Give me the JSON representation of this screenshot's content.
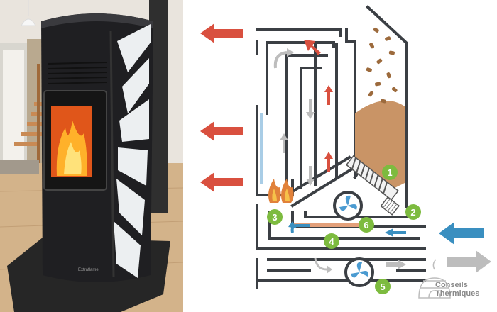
{
  "photo": {
    "stove_brand": "Extraflame"
  },
  "diagram": {
    "callouts": [
      {
        "number": "1"
      },
      {
        "number": "2"
      },
      {
        "number": "3"
      },
      {
        "number": "4"
      },
      {
        "number": "5"
      },
      {
        "number": "6"
      }
    ],
    "colors": {
      "hot_arrow": "#d9503f",
      "cold_arrow": "#3a8fc0",
      "outline": "#3b3f44",
      "callout": "#7dbb3f",
      "pellets": "#c99466",
      "smoke_arrow": "#b8b8b8"
    }
  },
  "brand": {
    "line1": "Conseils",
    "line2": "Thermiques"
  }
}
